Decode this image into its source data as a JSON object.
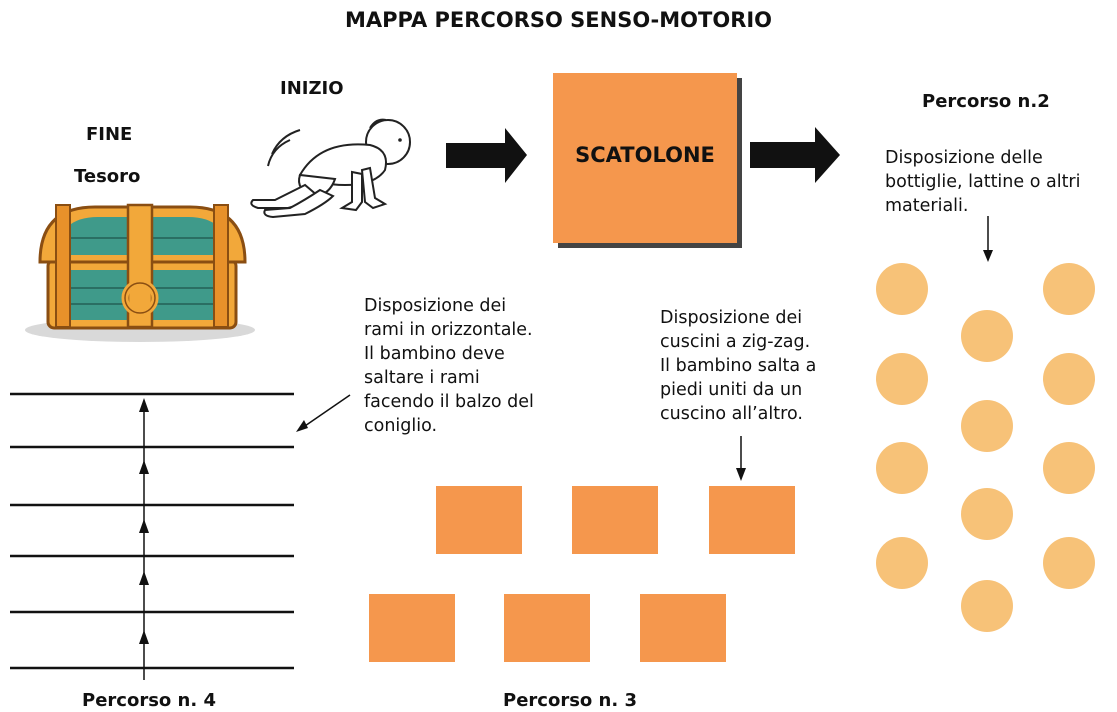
{
  "title": "MAPPA PERCORSO SENSO-MOTORIO",
  "start": {
    "label": "INIZIO"
  },
  "end": {
    "label": "FINE",
    "sublabel": "Tesoro"
  },
  "box": {
    "label": "SCATOLONE"
  },
  "route2": {
    "title": "Percorso n.2",
    "note": "Disposizione delle\nbottiglie, lattine o altri\nmateriali."
  },
  "route3": {
    "title": "Percorso n. 3",
    "note": "Disposizione dei\ncuscini a zig-zag.\nIl bambino salta a\npiedi uniti da un\ncuscino all’altro."
  },
  "route4": {
    "title": "Percorso n. 4",
    "note": "Disposizione dei\nrami in orizzontale.\nIl bambino deve\nsaltare i rami\nfacendo il balzo del\nconiglio."
  },
  "colors": {
    "box": "#f5974d",
    "cushion": "#f5974d",
    "bottle": "#f7c278"
  },
  "icons": [
    "crawling-baby-illustration",
    "treasure-chest-illustration",
    "arrow-right-icon",
    "arrow-down-icon",
    "arrow-up-icon"
  ]
}
